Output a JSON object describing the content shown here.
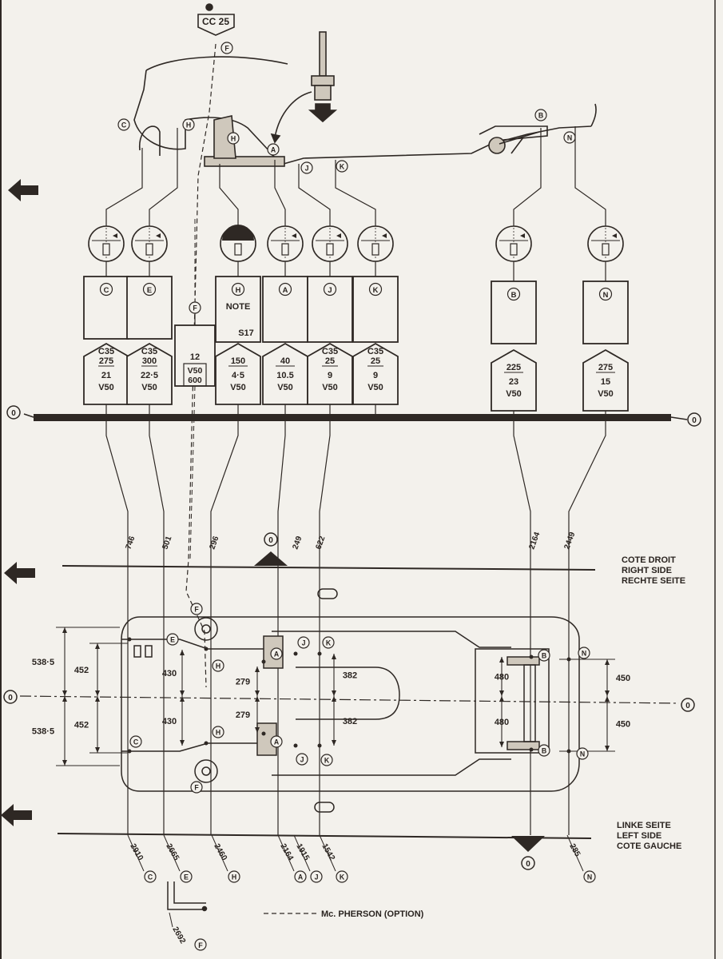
{
  "colors": {
    "ink": "#2e2824",
    "paper": "#f3f1ec",
    "shade": "#d9d3c9"
  },
  "top_tag": "CC 25",
  "footer_note": "Mc. PHERSON (OPTION)",
  "side_labels": {
    "right": [
      "COTE DROIT",
      "RIGHT SIDE",
      "RECHTE SEITE"
    ],
    "left": [
      "LINKE SEITE",
      "LEFT SIDE",
      "COTE GAUCHE"
    ]
  },
  "zero_label": "0",
  "side_views": [
    {
      "letter": "C"
    },
    {
      "letter": "H"
    },
    {
      "letter": "F"
    },
    {
      "letter": "H"
    },
    {
      "letter": "A"
    },
    {
      "letter": "J"
    },
    {
      "letter": "K"
    },
    {
      "letter": "B"
    },
    {
      "letter": "N"
    }
  ],
  "points": [
    {
      "letter": "C",
      "box": "",
      "tag": [
        "C35",
        "275",
        "21",
        "V50"
      ]
    },
    {
      "letter": "E",
      "box": "",
      "tag": [
        "C35",
        "300",
        "22·5",
        "V50"
      ]
    },
    {
      "letter": "F",
      "box": "",
      "tag": [
        "12",
        "V50",
        "600"
      ]
    },
    {
      "letter": "H",
      "box": "NOTE|S17",
      "tag": [
        "150",
        "4·5",
        "V50"
      ]
    },
    {
      "letter": "A",
      "box": "",
      "tag": [
        "40",
        "10.5",
        "V50"
      ]
    },
    {
      "letter": "J",
      "box": "",
      "tag": [
        "C35",
        "25",
        "9",
        "V50"
      ]
    },
    {
      "letter": "K",
      "box": "",
      "tag": [
        "C35",
        "25",
        "9",
        "V50"
      ]
    },
    {
      "letter": "B",
      "box": "",
      "tag": [
        "225",
        "23",
        "V50"
      ]
    },
    {
      "letter": "N",
      "box": "",
      "tag": [
        "275",
        "15",
        "V50"
      ]
    }
  ],
  "upper_dims": [
    "746",
    "501",
    "296",
    "249",
    "622",
    "2164",
    "2449"
  ],
  "lower_dims": [
    {
      "value": "2910",
      "letter": "C"
    },
    {
      "value": "2665",
      "letter": "E"
    },
    {
      "value": "2460",
      "letter": "H"
    },
    {
      "value": "2164",
      "letter": "A"
    },
    {
      "value": "1915",
      "letter": "J"
    },
    {
      "value": "1542",
      "letter": "K"
    },
    {
      "value": "285",
      "letter": "N"
    }
  ],
  "mcpherson_dim": {
    "value": "2692",
    "letter": "F"
  },
  "width_dims": {
    "outer": [
      "538·5",
      "538·5"
    ],
    "rail": [
      "452",
      "452"
    ],
    "inner": [
      "430",
      "430"
    ],
    "h_point": [
      "279",
      "279"
    ],
    "jk": [
      "382",
      "382"
    ],
    "rear_inner": [
      "480",
      "480"
    ],
    "rear_outer": [
      "450",
      "450"
    ]
  },
  "plan_points": [
    "E",
    "C",
    "F",
    "F",
    "H",
    "H",
    "A",
    "A",
    "J",
    "J",
    "K",
    "K",
    "B",
    "B",
    "N",
    "N"
  ]
}
